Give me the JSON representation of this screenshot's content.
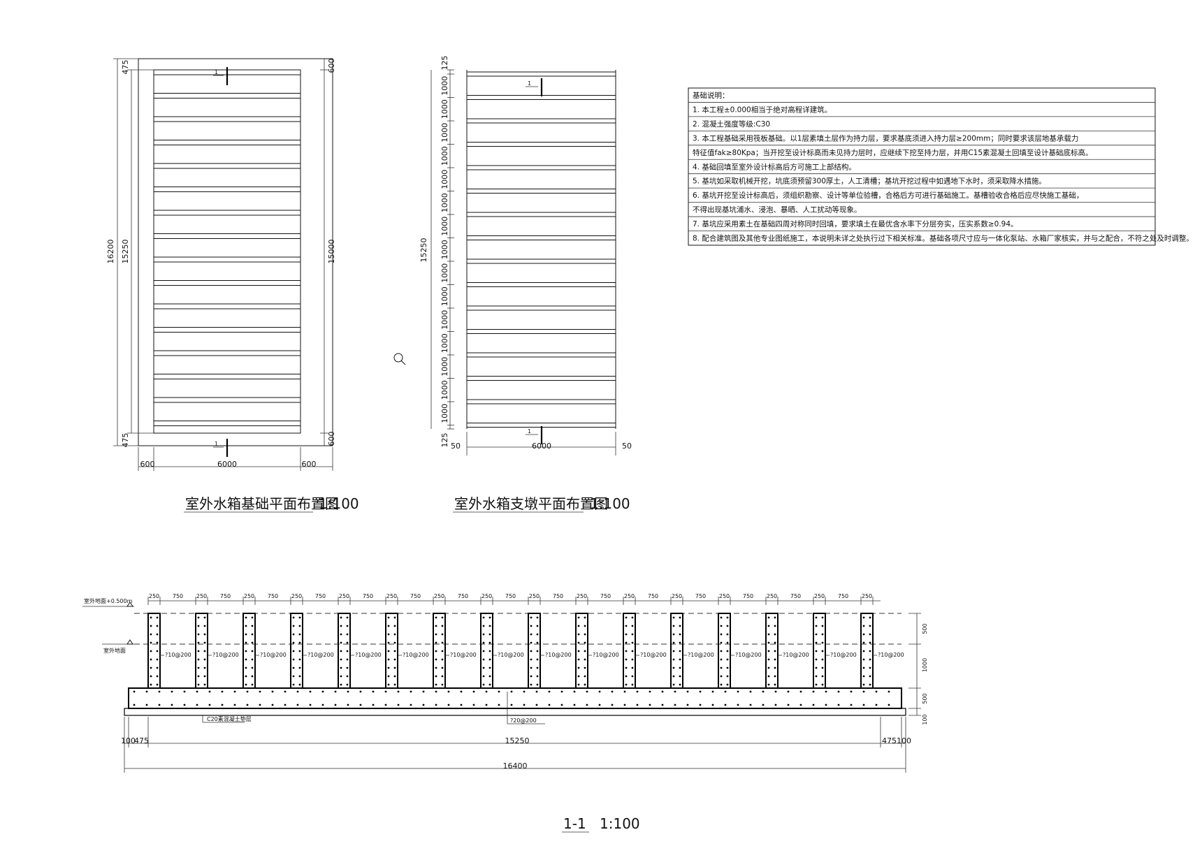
{
  "plan_a": {
    "title": "室外水箱基础平面布置图",
    "scale": "1:100",
    "dims": {
      "total_height": "16200",
      "inner_height": "15250",
      "right_height": "15000",
      "top_offset": "475",
      "bottom_offset": "475",
      "right_top": "600",
      "right_bottom": "600",
      "bottom_left": "600",
      "bottom_mid": "6000",
      "bottom_right": "600"
    },
    "section_mark": "1"
  },
  "plan_b": {
    "title": "室外水箱支墩平面布置图",
    "scale": "1:100",
    "dims": {
      "total_height": "15250",
      "top_space": "125",
      "bottom_space": "125",
      "spacing": "1000",
      "bottom_left": "50",
      "bottom_mid": "6000",
      "bottom_right": "50"
    },
    "section_mark": "1"
  },
  "notes": {
    "header": "基础说明：",
    "lines": [
      "1. 本工程±0.000相当于绝对高程详建筑。",
      "2. 混凝土强度等级:C30",
      "3. 本工程基础采用筏板基础。以1层素填土层作为持力层，要求基底须进入持力层≥200mm；同时要求该层地基承载力",
      "   特征值fak≥80Kpa；当开挖至设计标高而未见持力层时，应继续下挖至持力层，并用C15素混凝土回填至设计基础底标高。",
      "4. 基础回填至室外设计标高后方可施工上部结构。",
      "5. 基坑如采取机械开挖，坑底须预留300厚土，人工清槽；基坑开挖过程中如遇地下水时，须采取降水措施。",
      "6. 基坑开挖至设计标高后，须组织勘察、设计等单位验槽，合格后方可进行基础施工。基槽验收合格后应尽快施工基础，",
      "   不得出现基坑浦水、浸泡、暴晒、人工扰动等现象。",
      "7. 基坑应采用素土在基础四周对称同时回填，要求填土在最优含水率下分层夯实，压实系数≥0.94。",
      "8. 配合建筑图及其他专业图纸施工，本说明未详之处执行过下相关标准。基础各项尺寸应与一体化泵站、水箱厂家核实，并与之配合，不符之处及时调整。"
    ]
  },
  "section": {
    "title": "1-1",
    "scale": "1:100",
    "top_dims": {
      "pier": "250",
      "gap": "750"
    },
    "right_dims": [
      "500",
      "1000",
      "500",
      "100"
    ],
    "elev_label_1": "室外地面+0.500m",
    "elev_label_2": "室外地面",
    "rebar_label": "?10@200",
    "bottom_rebar_label": "?20@200",
    "cushion_label": "C20素混凝土垫层",
    "bottom_dims": {
      "left_a": "100",
      "left_b": "475",
      "middle": "15250",
      "right_a": "475",
      "right_b": "100",
      "total": "16400"
    }
  },
  "magnifier": "magnifier-icon"
}
